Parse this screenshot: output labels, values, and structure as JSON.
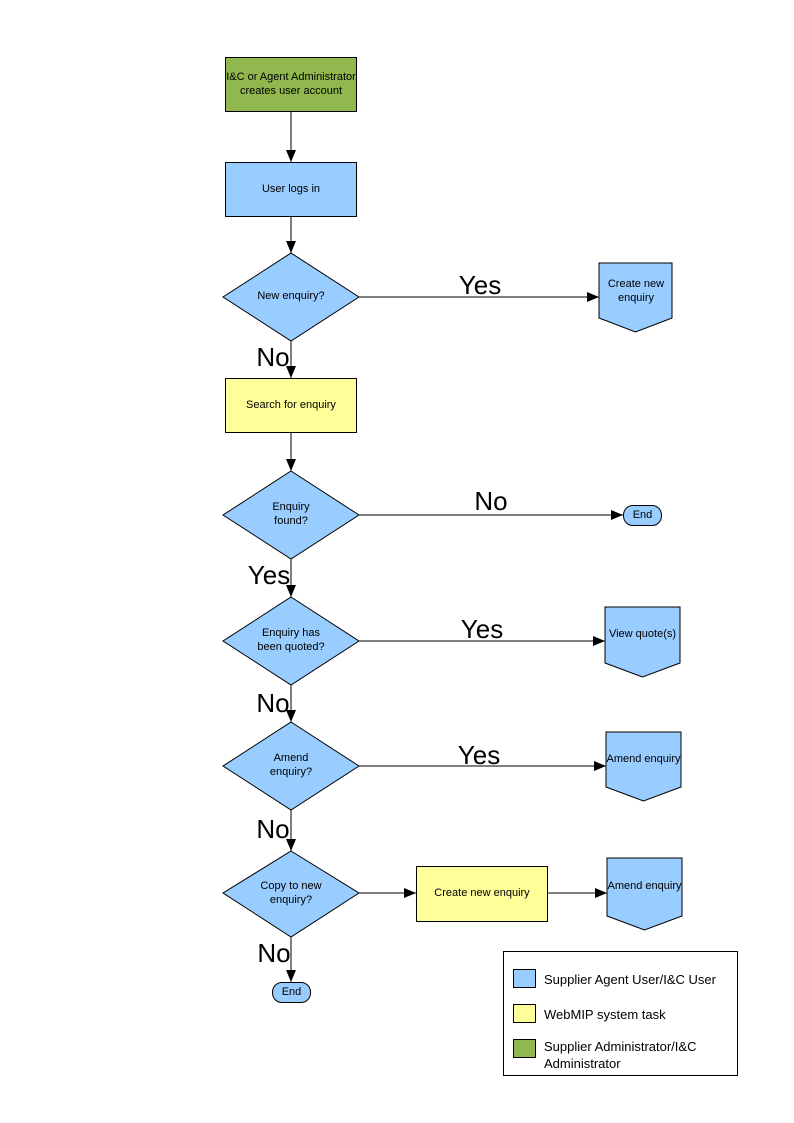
{
  "flowchart": {
    "nodes": {
      "admin_creates_account": "I&C or Agent Administrator creates user account",
      "user_logs_in": "User logs in",
      "new_enquiry_q": "New enquiry?",
      "create_new_enquiry_ref": "Create new enquiry",
      "search_for_enquiry": "Search for enquiry",
      "enquiry_found_q": "Enquiry found?",
      "end_1": "End",
      "enquiry_quoted_q": "Enquiry has been quoted?",
      "view_quotes_ref": "View quote(s)",
      "amend_enquiry_q": "Amend enquiry?",
      "amend_enquiry_ref_1": "Amend enquiry",
      "copy_to_new_q": "Copy to new enquiry?",
      "create_new_enquiry_task": "Create new enquiry",
      "amend_enquiry_ref_2": "Amend enquiry",
      "end_2": "End"
    },
    "branch_labels": {
      "new_enquiry_yes": "Yes",
      "new_enquiry_no": "No",
      "enquiry_found_no": "No",
      "enquiry_found_yes": "Yes",
      "enquiry_quoted_yes": "Yes",
      "enquiry_quoted_no": "No",
      "amend_enquiry_yes": "Yes",
      "amend_enquiry_no": "No",
      "copy_to_new_no": "No"
    }
  },
  "legend": {
    "items": [
      {
        "swatch_color": "#99CCFF",
        "label": "Supplier Agent User/I&C User"
      },
      {
        "swatch_color": "#FFFF99",
        "label": "WebMIP system task"
      },
      {
        "swatch_color": "#90B84E",
        "label": "Supplier Administrator/I&C Administrator"
      }
    ]
  },
  "colors": {
    "user_actor": "#99CCFF",
    "system_task": "#FFFF99",
    "administrator": "#90B84E",
    "outline": "#000000",
    "background": "#FFFFFF"
  }
}
